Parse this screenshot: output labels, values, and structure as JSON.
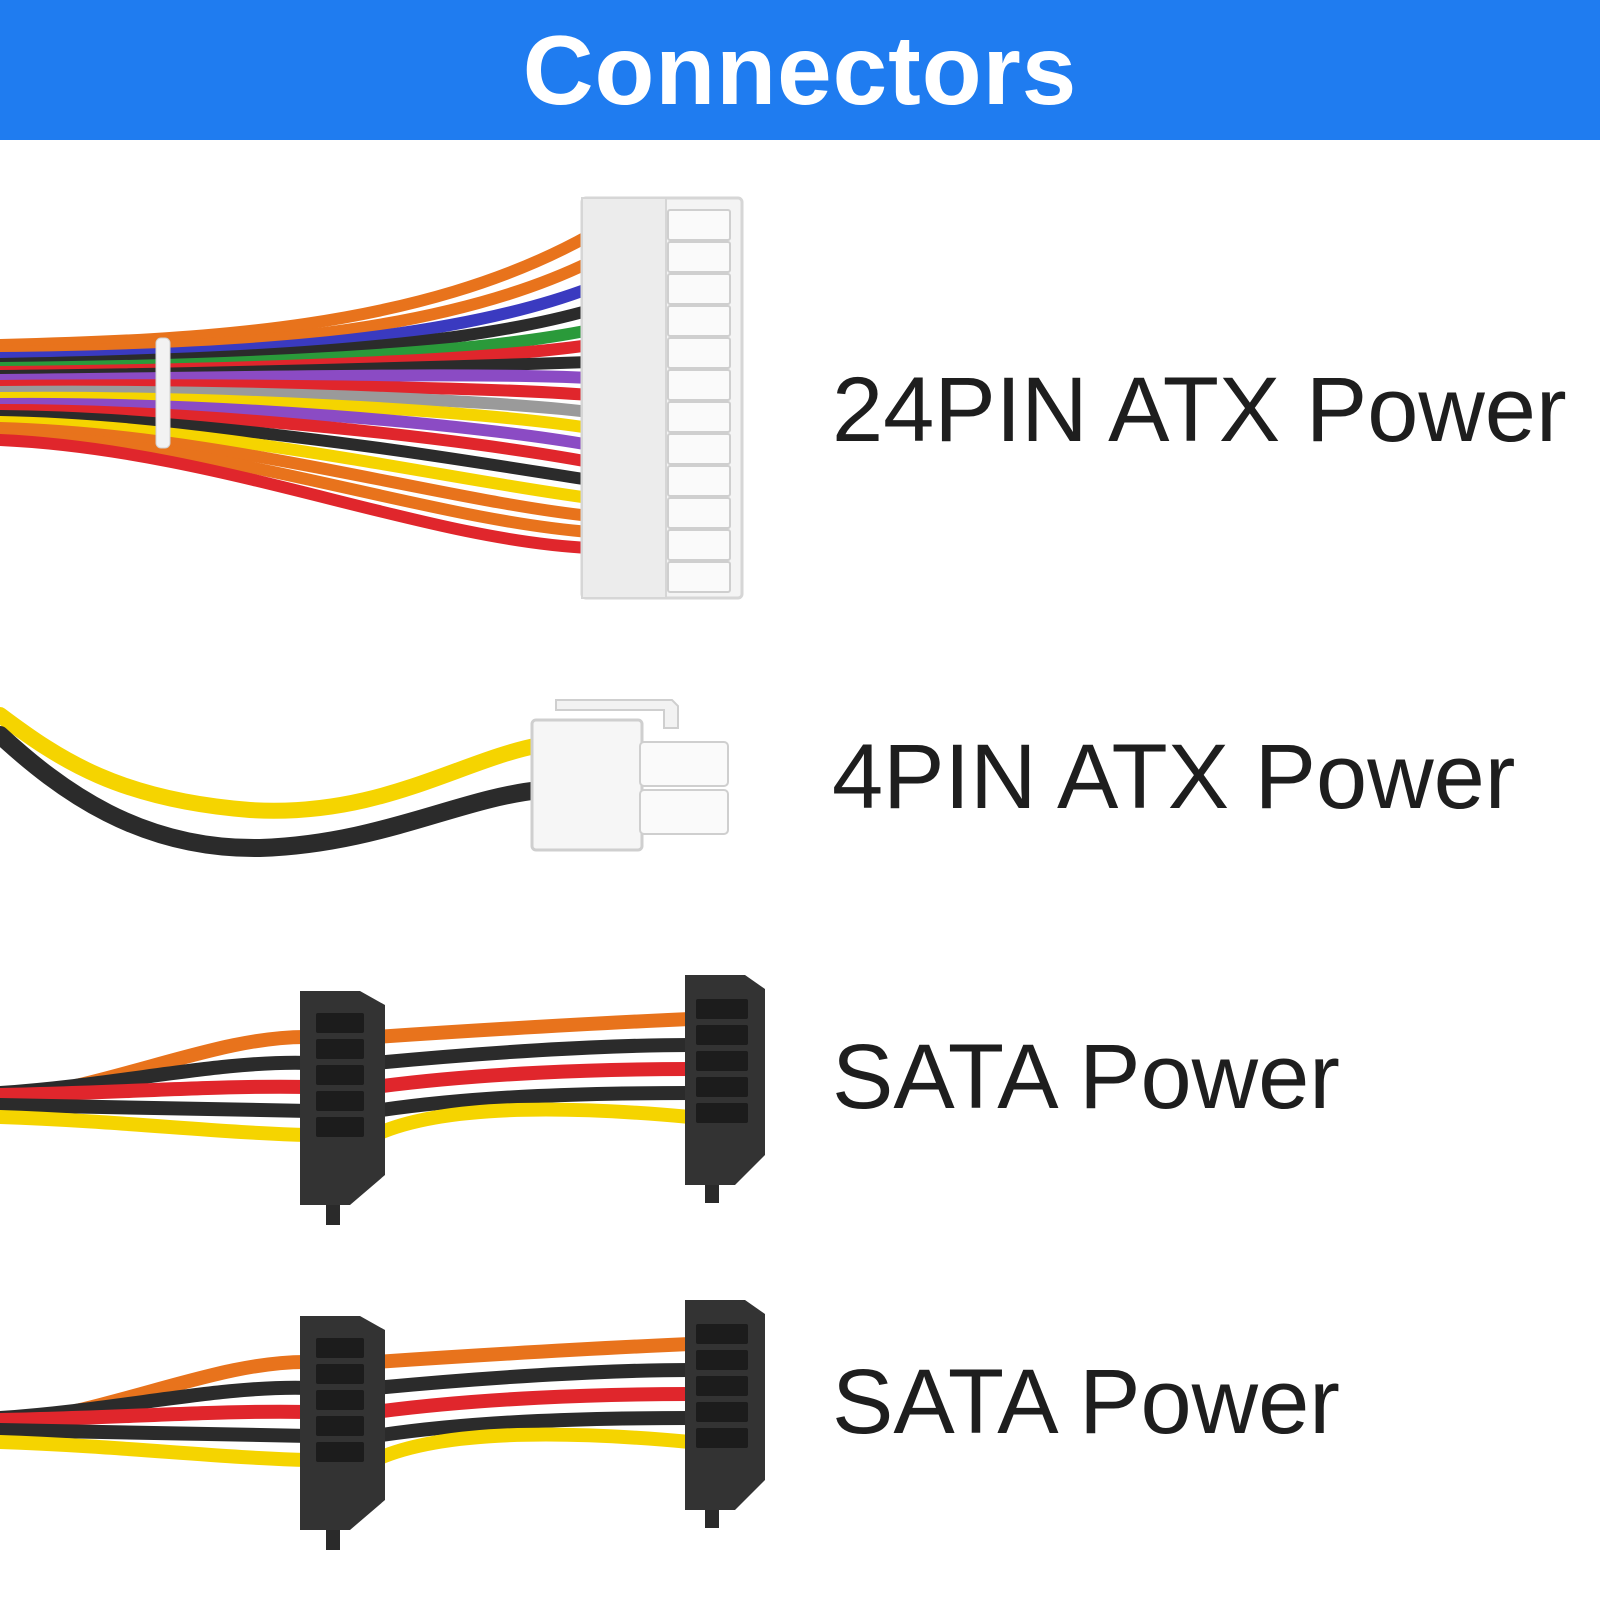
{
  "header": {
    "title": "Connectors",
    "background_color": "#1f7cf0",
    "text_color": "#ffffff"
  },
  "connectors": [
    {
      "label": "24PIN ATX Power",
      "icon": "atx-24pin-connector-icon"
    },
    {
      "label": "4PIN ATX Power",
      "icon": "atx-4pin-connector-icon"
    },
    {
      "label": "SATA Power",
      "icon": "sata-power-connector-icon"
    },
    {
      "label": "SATA Power",
      "icon": "sata-power-connector-icon"
    }
  ],
  "wire_colors": {
    "orange": "#e8731c",
    "red": "#e0262c",
    "black": "#2b2b2b",
    "yellow": "#f5d400",
    "purple": "#8b4bc4",
    "gray": "#9a9a9a",
    "green": "#2a9a3a",
    "blue": "#3a3ac0"
  }
}
